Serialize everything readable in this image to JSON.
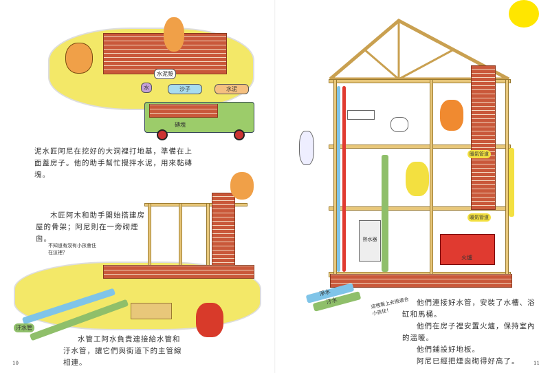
{
  "left_page": {
    "paragraph_1": "泥水匠阿尼在挖好的大洞裡打地基，準備在上面蓋房子。他的助手幫忙攪拌水泥，用來黏磚塊。",
    "paragraph_2": "木匠阿木和助手開始搭建房屋的骨架；阿尼則在一旁砌煙囪。",
    "speech_bubble": "不知道有沒有小孩會住在這裡？",
    "paragraph_3": "水管工阿水負責連接給水管和汙水管，讓它們與街道下的主管線相連。",
    "page_number": "10",
    "labels": {
      "water": "水",
      "sand": "沙子",
      "cement": "水泥",
      "cement_bucket": "水泥漿",
      "truck": "磚塊",
      "sewer_pipe": "汙水管"
    }
  },
  "right_page": {
    "paragraphs": [
      "他們連接好水管，安裝了水槽、浴缸和馬桶。",
      "他們在房子裡安置火爐，保持室內的溫暖。",
      "他們鋪設好地板。",
      "阿尼已經把煙囪砌得好高了。"
    ],
    "speech_bubble": "這裡看上去很適合小孩住！",
    "page_number": "11",
    "labels": {
      "heater": "熱水器",
      "furnace": "火爐",
      "heating_duct_1": "暖氣管道",
      "heating_duct_2": "暖氣管道",
      "clean_water": "淨水",
      "waste_water": "汙水"
    }
  },
  "colors": {
    "ground": "#f3e868",
    "brick": "#c9583a",
    "sun": "#ffe600",
    "pipe_blue": "#7fc4e8",
    "pipe_green": "#8fbf6a",
    "pipe_red": "#e03a30",
    "wood": "#e8c77a"
  }
}
